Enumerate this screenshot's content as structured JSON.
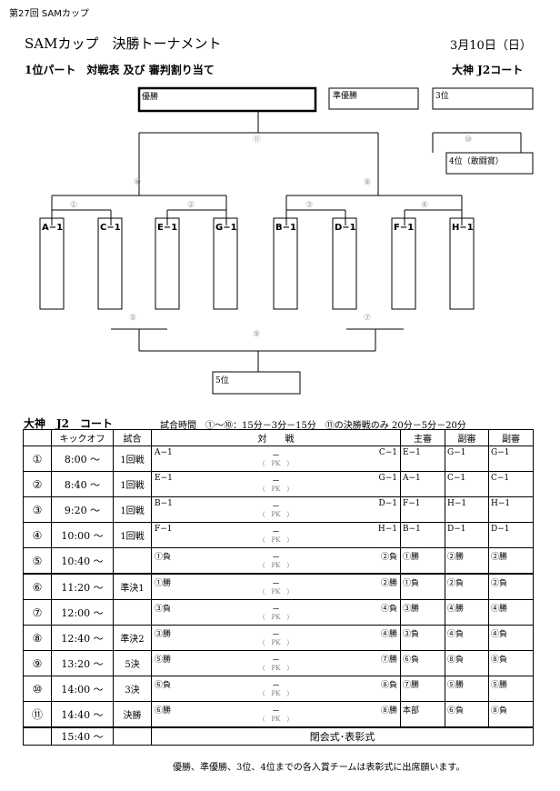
{
  "header": {
    "edition": "第27回 SAMカップ",
    "title": "SAMカップ　決勝トーナメント",
    "date": "3月10日（日）",
    "subtitle": "1位パート　対戦表 及び 審判割り当て",
    "venue": "大神 J2コート"
  },
  "bracket": {
    "boxes": {
      "champion": "優勝",
      "runner_up": "準優勝",
      "third": "3位",
      "fourth": "4位（敢闘賞）",
      "fifth": "5位"
    },
    "match_numbers": [
      "⑪",
      "⑥",
      "⑧",
      "①",
      "②",
      "③",
      "④",
      "⑩",
      "⑤",
      "⑦",
      "⑨"
    ],
    "teams": [
      "A−1",
      "C−1",
      "E−1",
      "G−1",
      "B−1",
      "D−1",
      "F−1",
      "H−1"
    ]
  },
  "schedule": {
    "court": "大神　J2　コート",
    "time_info": "試合時間　①～⑩：15分－3分－15分　⑪の決勝戦のみ 20分－5分－20分",
    "headers": [
      "キックオフ",
      "試合",
      "対　　戦",
      "主審",
      "副審",
      "副審"
    ],
    "dash": "－",
    "pk": "（　PK　）",
    "ghost": "",
    "rows": [
      {
        "no": "①",
        "kick": "8:00 ～",
        "round": "1回戦",
        "left": "A−1",
        "right": "C−1",
        "ref": "E−1",
        "a1": "G−1",
        "a2": "G−1"
      },
      {
        "no": "②",
        "kick": "8:40 ～",
        "round": "1回戦",
        "left": "E−1",
        "right": "G−1",
        "ref": "A−1",
        "a1": "C−1",
        "a2": "C−1"
      },
      {
        "no": "③",
        "kick": "9:20 ～",
        "round": "1回戦",
        "left": "B−1",
        "right": "D−1",
        "ref": "F−1",
        "a1": "H−1",
        "a2": "H−1"
      },
      {
        "no": "④",
        "kick": "10:00 ～",
        "round": "1回戦",
        "left": "F−1",
        "right": "H−1",
        "ref": "B−1",
        "a1": "D−1",
        "a2": "D−1"
      },
      {
        "no": "⑤",
        "kick": "10:40 ～",
        "round": "",
        "left": "①負",
        "right": "②負",
        "ref": "①勝",
        "a1": "②勝",
        "a2": "②勝"
      },
      {
        "no": "⑥",
        "kick": "11:20 ～",
        "round": "準決1",
        "left": "①勝",
        "right": "②勝",
        "ref": "①負",
        "a1": "②負",
        "a2": "②負"
      },
      {
        "no": "⑦",
        "kick": "12:00 ～",
        "round": "",
        "left": "③負",
        "right": "④負",
        "ref": "③勝",
        "a1": "④勝",
        "a2": "④勝"
      },
      {
        "no": "⑧",
        "kick": "12:40 ～",
        "round": "準決2",
        "left": "③勝",
        "right": "④勝",
        "ref": "③負",
        "a1": "④負",
        "a2": "④負"
      },
      {
        "no": "⑨",
        "kick": "13:20 ～",
        "round": "5決",
        "left": "⑤勝",
        "right": "⑦勝",
        "ref": "⑥負",
        "a1": "⑧負",
        "a2": "⑧負"
      },
      {
        "no": "⑩",
        "kick": "14:00 ～",
        "round": "3決",
        "left": "⑥負",
        "right": "⑧負",
        "ref": "⑦勝",
        "a1": "⑤勝",
        "a2": "⑤勝"
      },
      {
        "no": "⑪",
        "kick": "14:40 ～",
        "round": "決勝",
        "left": "⑥勝",
        "right": "⑧勝",
        "ref": "本部",
        "a1": "⑥負",
        "a2": "⑧負"
      }
    ],
    "closing_time": "15:40 ～",
    "closing": "閉会式･表彰式"
  },
  "footer": "優勝、準優勝、3位、4位までの各入賞チームは表彰式に出席願います。"
}
